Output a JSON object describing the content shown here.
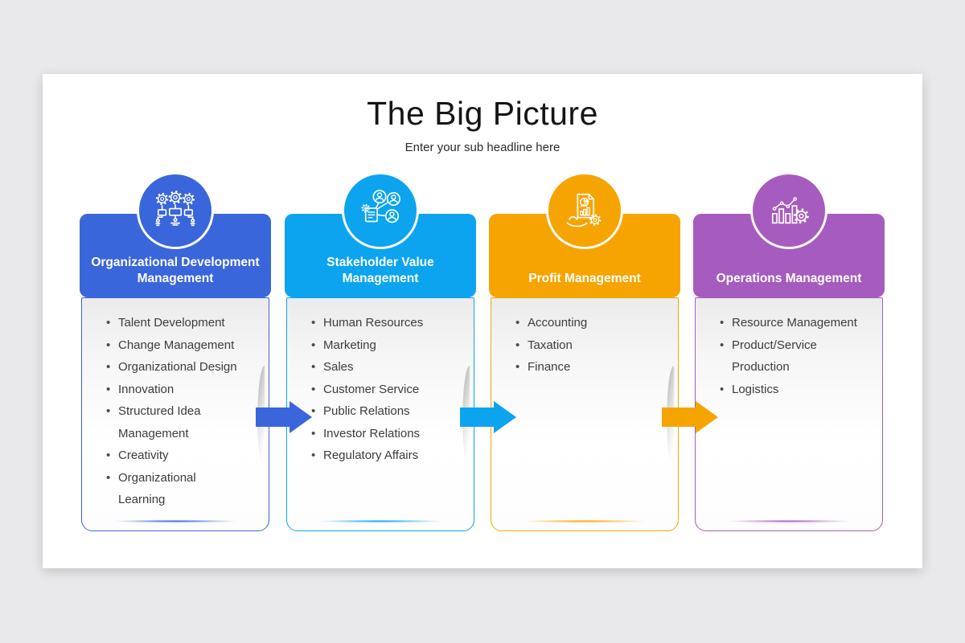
{
  "slide": {
    "title": "The Big Picture",
    "subtitle": "Enter your sub headline here"
  },
  "colors": {
    "background": "#e9e8ea",
    "slide": "#ffffff",
    "blue": "#3A66DB",
    "cyan": "#0CA4EF",
    "orange": "#F6A402",
    "purple": "#A55CBE"
  },
  "cards": [
    {
      "title": "Organizational Development Management",
      "color": "#3A66DB",
      "icon": "workflow-gears-icon",
      "items": [
        "Talent Development",
        "Change Management",
        "Organizational Design",
        "Innovation",
        "Structured Idea Management",
        "Creativity",
        "Organizational Learning"
      ],
      "arrow_after": true
    },
    {
      "title": "Stakeholder Value Management",
      "color": "#0CA4EF",
      "icon": "stakeholder-network-icon",
      "items": [
        "Human Resources",
        "Marketing",
        "Sales",
        "Customer Service",
        "Public Relations",
        "Investor Relations",
        "Regulatory Affairs"
      ],
      "arrow_after": true
    },
    {
      "title": "Profit Management",
      "color": "#F6A402",
      "icon": "profit-document-icon",
      "items": [
        "Accounting",
        "Taxation",
        "Finance"
      ],
      "arrow_after": true
    },
    {
      "title": "Operations Management",
      "color": "#A55CBE",
      "icon": "operations-chart-icon",
      "items": [
        "Resource Management",
        "Product/Service Production",
        "Logistics"
      ],
      "arrow_after": false
    }
  ]
}
